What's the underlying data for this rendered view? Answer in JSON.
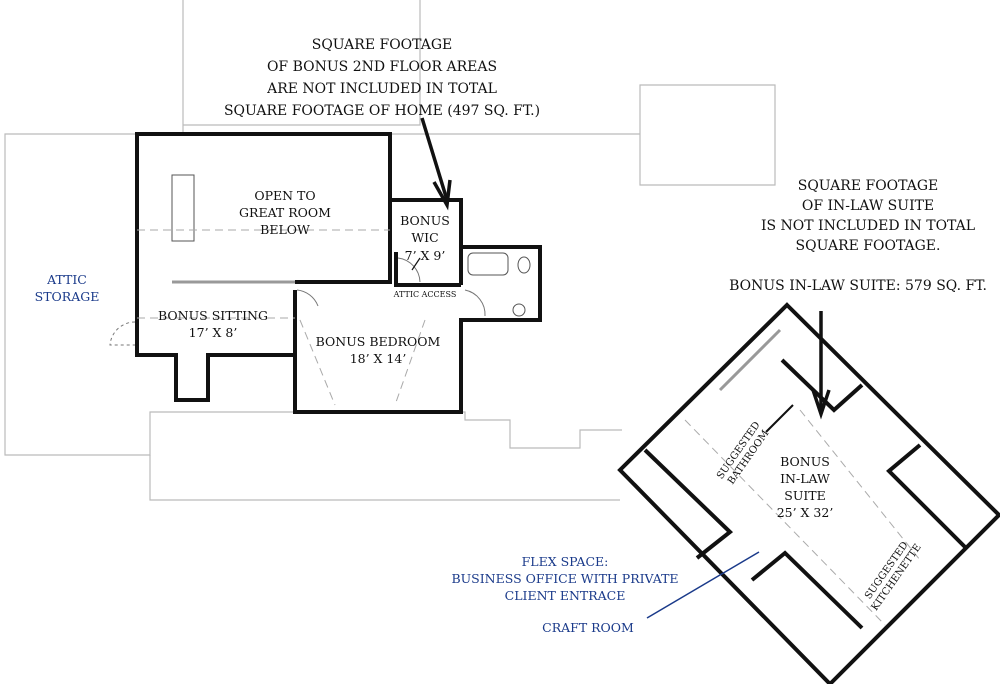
{
  "annotations": {
    "bonus_note": [
      "SQUARE FOOTAGE",
      "OF BONUS 2ND FLOOR AREAS",
      "ARE NOT INCLUDED IN TOTAL",
      "SQUARE FOOTAGE OF HOME (497 SQ. FT.)"
    ],
    "suite_note": [
      "SQUARE FOOTAGE",
      "OF IN-LAW SUITE",
      "IS NOT INCLUDED IN TOTAL",
      "SQUARE FOOTAGE."
    ],
    "suite_area": "BONUS IN-LAW SUITE: 579 SQ. FT."
  },
  "rooms": {
    "open_to": [
      "OPEN TO",
      "GREAT ROOM",
      "BELOW"
    ],
    "wic": [
      "BONUS",
      "WIC",
      "7’ X 9’"
    ],
    "attic_access": "ATTIC ACCESS",
    "sitting": [
      "BONUS SITTING",
      "17’ X 8’"
    ],
    "bedroom": [
      "BONUS BEDROOM",
      "18’ X 14’"
    ],
    "attic_storage": [
      "ATTIC",
      "STORAGE"
    ],
    "suite": [
      "BONUS",
      "IN-LAW",
      "SUITE",
      "25’ X 32’"
    ],
    "bathroom": [
      "SUGGESTED",
      "BATHROOM"
    ],
    "kitchenette": [
      "SUGGESTED",
      "KITCHENETTE"
    ]
  },
  "flex": {
    "lines": [
      "FLEX SPACE:",
      "BUSINESS OFFICE WITH PRIVATE",
      "CLIENT ENTRACE"
    ],
    "craft": "CRAFT ROOM"
  },
  "colors": {
    "label_blue": "#1a3a8a",
    "wall": "#111111"
  }
}
